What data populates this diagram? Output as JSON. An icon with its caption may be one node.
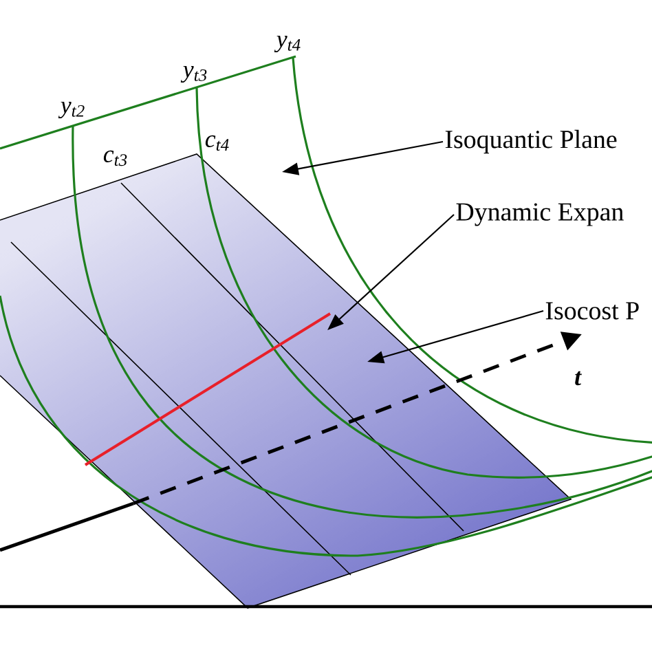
{
  "diagram": {
    "nodes": [
      {
        "text": [
          "Isoquantic Plane"
        ]
      },
      {
        "text": [
          "Dynamic Expan"
        ]
      },
      {
        "text": [
          "Isocost P"
        ]
      }
    ],
    "edges": [
      {
        "from": 0,
        "to": null,
        "arrow": "to"
      },
      {
        "from": 1,
        "to": null,
        "arrow": "to"
      },
      {
        "from": 2,
        "to": null,
        "arrow": "to"
      }
    ],
    "labels": [
      "y$_{t2}$",
      "y$_{t3}$",
      "y$_{t4}$",
      "c$_{t3}$",
      "c$_{t4}$",
      "t"
    ]
  }
}
